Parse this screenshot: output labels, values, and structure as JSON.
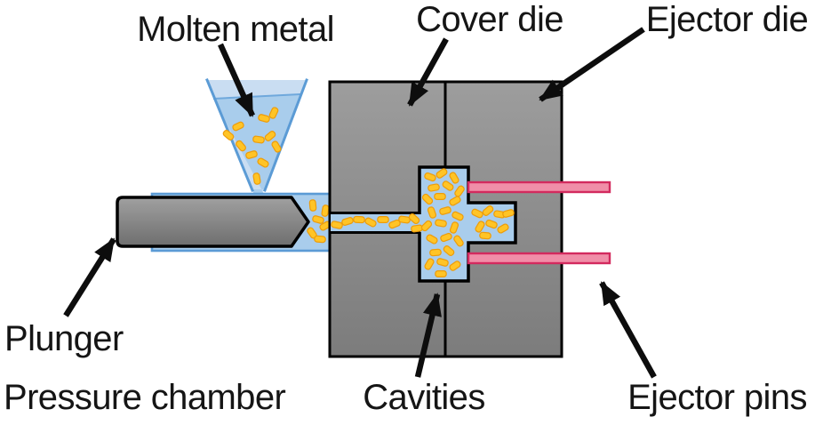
{
  "diagram": {
    "subject": "die-casting-machine-cross-section",
    "labels": {
      "molten_metal": "Molten metal",
      "cover_die": "Cover die",
      "ejector_die": "Ejector die",
      "plunger": "Plunger",
      "pressure_chamber": "Pressure chamber",
      "cavities": "Cavities",
      "ejector_pins": "Ejector pins"
    }
  },
  "colors": {
    "background": "#ffffff",
    "text_black": "#151515",
    "arrow_black": "#0d0d0d",
    "outline_black": "#000000",
    "die_gray_top": "#9d9d9d",
    "die_gray_bottom": "#7c7c7c",
    "plunger_gray_top": "#a0a0a0",
    "plunger_gray_bottom": "#6e6e6e",
    "liquid_fill": "#a9cdec",
    "liquid_border": "#5b9bd5",
    "funnel_interior": "#c9ddf2",
    "surface_blue": "#6fa8dc",
    "particle_fill": "#ffc426",
    "particle_border": "#ed9c0a",
    "pin_fill": "#f08ea8",
    "pin_border": "#d32a5e"
  },
  "particles": {
    "funnel": [
      [
        268,
        142,
        -25
      ],
      [
        257,
        152,
        40
      ],
      [
        297,
        133,
        15
      ],
      [
        308,
        127,
        -65
      ],
      [
        291,
        157,
        8
      ],
      [
        304,
        153,
        -40
      ],
      [
        311,
        165,
        60
      ],
      [
        283,
        174,
        -15
      ],
      [
        296,
        183,
        30
      ],
      [
        289,
        201,
        80
      ],
      [
        271,
        164,
        50
      ]
    ],
    "chamber": [
      [
        352,
        231,
        85
      ],
      [
        358,
        247,
        15
      ],
      [
        366,
        254,
        -30
      ],
      [
        351,
        262,
        55
      ],
      [
        360,
        269,
        5
      ],
      [
        366,
        237,
        -80
      ]
    ],
    "runner": [
      [
        379,
        253,
        12
      ],
      [
        391,
        249,
        -18
      ],
      [
        404,
        247,
        3
      ],
      [
        417,
        250,
        28
      ],
      [
        431,
        247,
        0
      ],
      [
        444,
        252,
        -22
      ],
      [
        455,
        247,
        8
      ],
      [
        466,
        246,
        42
      ],
      [
        469,
        257,
        -8
      ]
    ],
    "cavity": [
      [
        484,
        199,
        20
      ],
      [
        497,
        195,
        -35
      ],
      [
        511,
        200,
        60
      ],
      [
        488,
        211,
        -10
      ],
      [
        504,
        209,
        35
      ],
      [
        517,
        215,
        -55
      ],
      [
        481,
        224,
        45
      ],
      [
        495,
        221,
        0
      ],
      [
        512,
        226,
        -30
      ],
      [
        486,
        239,
        70
      ],
      [
        501,
        237,
        -15
      ],
      [
        515,
        243,
        25
      ],
      [
        480,
        254,
        -45
      ],
      [
        496,
        251,
        10
      ],
      [
        511,
        256,
        -70
      ],
      [
        486,
        269,
        30
      ],
      [
        502,
        267,
        -20
      ],
      [
        516,
        271,
        55
      ],
      [
        490,
        284,
        -5
      ],
      [
        505,
        282,
        40
      ],
      [
        483,
        297,
        -60
      ],
      [
        498,
        295,
        15
      ],
      [
        512,
        299,
        -35
      ],
      [
        496,
        308,
        0
      ]
    ],
    "cavity_ext": [
      [
        537,
        240,
        25
      ],
      [
        549,
        237,
        -40
      ],
      [
        562,
        241,
        10
      ],
      [
        572,
        240,
        -15
      ],
      [
        540,
        255,
        -60
      ],
      [
        553,
        252,
        20
      ],
      [
        566,
        257,
        -30
      ],
      [
        546,
        265,
        5
      ]
    ]
  }
}
